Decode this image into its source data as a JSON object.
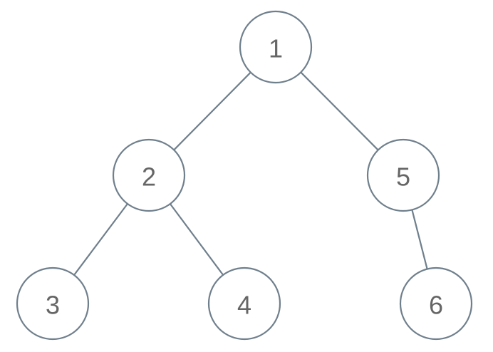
{
  "tree": {
    "nodes": [
      {
        "id": "1",
        "label": "1"
      },
      {
        "id": "2",
        "label": "2"
      },
      {
        "id": "5",
        "label": "5"
      },
      {
        "id": "3",
        "label": "3"
      },
      {
        "id": "4",
        "label": "4"
      },
      {
        "id": "6",
        "label": "6"
      }
    ],
    "edges": [
      {
        "from": "1",
        "to": "2"
      },
      {
        "from": "1",
        "to": "5"
      },
      {
        "from": "2",
        "to": "3"
      },
      {
        "from": "2",
        "to": "4"
      },
      {
        "from": "5",
        "to": "6"
      }
    ],
    "colors": {
      "stroke": "#6f7f8c",
      "text": "#666666",
      "fill": "#ffffff"
    }
  }
}
